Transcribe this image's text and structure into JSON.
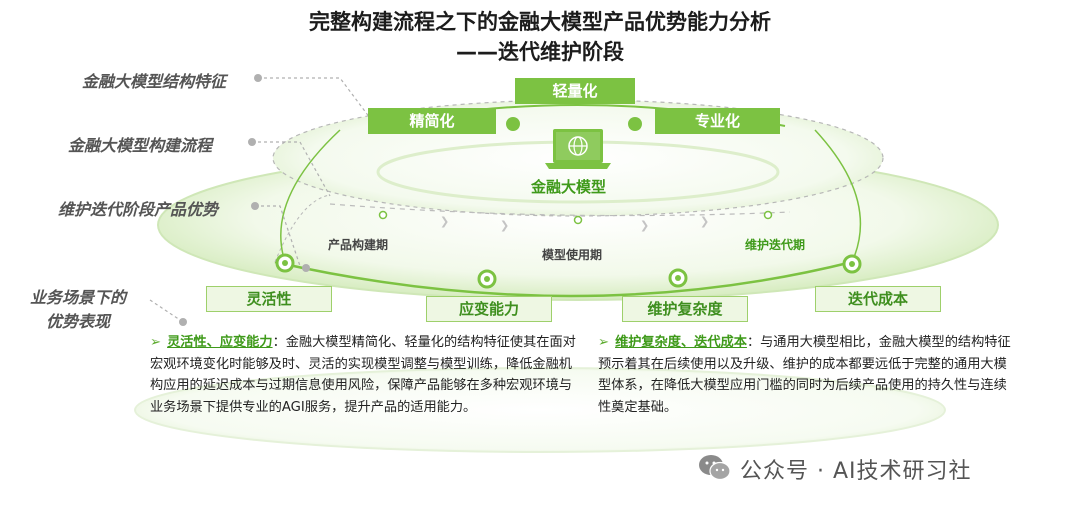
{
  "title": {
    "line1": "完整构建流程之下的金融大模型产品优势能力分析",
    "line2": "——迭代维护阶段"
  },
  "side_labels": [
    "金融大模型结构特征",
    "金融大模型构建流程",
    "维护迭代阶段产品优势",
    "业务场景下的",
    "优势表现"
  ],
  "features": {
    "left": "精简化",
    "top": "轻量化",
    "right": "专业化"
  },
  "core_label": "金融大模型",
  "phases": [
    "产品构建期",
    "模型使用期",
    "维护迭代期"
  ],
  "advantages": [
    "灵活性",
    "应变能力",
    "维护复杂度",
    "迭代成本"
  ],
  "left_para": {
    "bullet": "➢",
    "highlight": "灵活性、应变能力",
    "text": "：金融大模型精简化、轻量化的结构特征使其在面对宏观环境变化时能够及时、灵活的实现模型调整与模型训练，降低金融机构应用的延迟成本与过期信息使用风险，保障产品能够在多种宏观环境与业务场景下提供专业的AGI服务，提升产品的适用能力。"
  },
  "right_para": {
    "bullet": "➢",
    "highlight": "维护复杂度、迭代成本",
    "text": "：与通用大模型相比，金融大模型的结构特征预示着其在后续使用以及升级、维护的成本都要远低于完整的通用大模型体系，在降低大模型应用门槛的同时为后续产品使用的持久性与连续性奠定基础。"
  },
  "watermark": "公众号 · AI技术研习社",
  "colors": {
    "accent": "#7cc242",
    "accent_dark": "#3f9a1a",
    "light_fill": "#eef7e3"
  }
}
